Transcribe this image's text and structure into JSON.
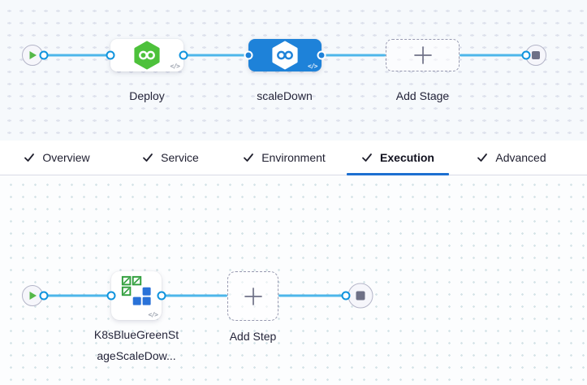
{
  "colors": {
    "selected_stage_blue": "#1e82d9",
    "connector_blue": "#4db6ea",
    "port_border_blue": "#0f93dd",
    "stage_icon_green": "#4dc13b",
    "tab_underline_blue": "#1c6fd1"
  },
  "stage_pipeline": {
    "deploy_stage": {
      "label": "Deploy"
    },
    "selected_stage": {
      "label": "scaleDown"
    },
    "add_stage": {
      "label": "Add Stage"
    }
  },
  "tab_bar": {
    "tabs": [
      {
        "label": "Overview"
      },
      {
        "label": "Service"
      },
      {
        "label": "Environment"
      },
      {
        "label": "Execution"
      },
      {
        "label": "Advanced"
      }
    ]
  },
  "step_pipeline": {
    "k8s_step": {
      "label": "K8sBlueGreenSt\nageScaleDow..."
    },
    "add_step": {
      "label": "Add Step"
    }
  },
  "code_glyph": "</>"
}
